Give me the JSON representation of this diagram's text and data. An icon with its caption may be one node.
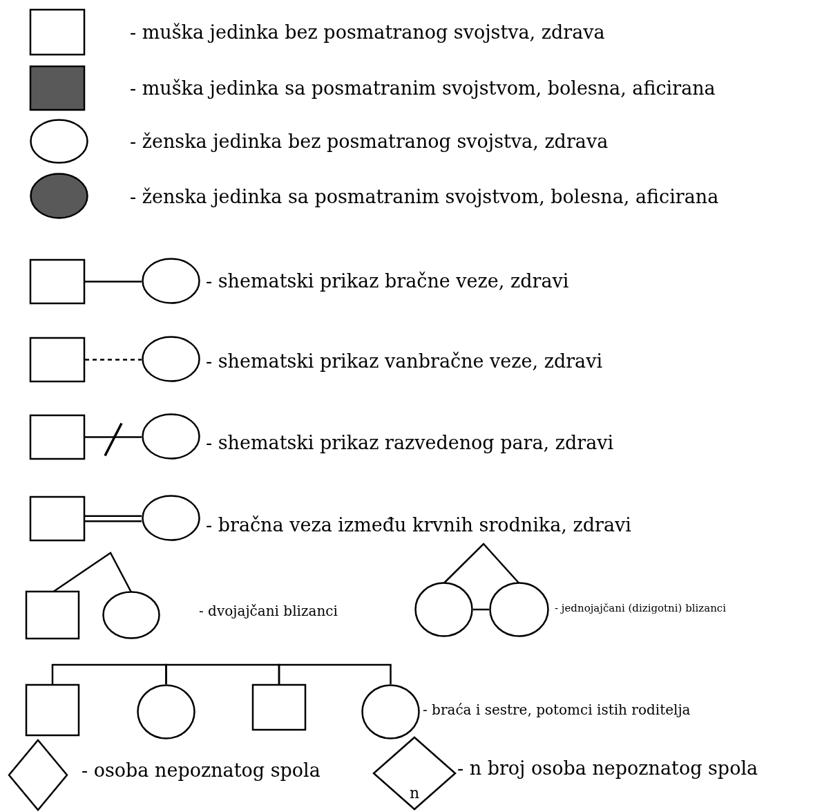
{
  "diagram": {
    "nodes": [
      {
        "text": [],
        "shape": "box"
      },
      {
        "text": [],
        "shape": "box"
      },
      {
        "text": [],
        "shape": "circle"
      },
      {
        "text": [],
        "shape": "circle"
      },
      {
        "text": [],
        "shape": "box"
      },
      {
        "text": [],
        "shape": "circle"
      },
      {
        "text": [],
        "shape": "box"
      },
      {
        "text": [],
        "shape": "circle"
      },
      {
        "text": [],
        "shape": "box"
      },
      {
        "text": [],
        "shape": "circle"
      },
      {
        "text": [],
        "shape": "box"
      },
      {
        "text": [],
        "shape": "circle"
      },
      {
        "text": [],
        "shape": "box"
      },
      {
        "text": [],
        "shape": "circle"
      },
      {
        "text": [],
        "shape": "circle"
      },
      {
        "text": [],
        "shape": "circle"
      },
      {
        "text": [],
        "shape": "box"
      },
      {
        "text": [],
        "shape": "circle"
      },
      {
        "text": [],
        "shape": "box"
      },
      {
        "text": [],
        "shape": "circle"
      },
      {
        "text": [],
        "shape": "diamond"
      },
      {
        "text": [
          "n"
        ]
      }
    ],
    "edges": [
      {
        "from": 4,
        "to": 5,
        "arrow": "none"
      },
      {
        "from": 6,
        "to": 7,
        "arrow": "none",
        "style": "dashed"
      },
      {
        "from": 8,
        "to": 9,
        "arrow": "none"
      },
      {
        "from": 10,
        "to": 11,
        "arrow": "none",
        "style": "thick"
      },
      {
        "from": 12,
        "to": 13,
        "arrow": "none"
      },
      {
        "from": 14,
        "to": 15,
        "arrow": "none"
      },
      {
        "from": 14,
        "to": 15,
        "arrow": "none"
      },
      {
        "from": 16,
        "to": 17,
        "arrow": "none"
      },
      {
        "from": 17,
        "to": 18,
        "arrow": "none"
      },
      {
        "from": 18,
        "to": 19,
        "arrow": "none"
      }
    ],
    "labels": [
      "- muška jedinka bez posmatranog svojstva, zdrava",
      "- muška jedinka sa posmatranim svojstvom, bolesna, aficirana",
      "- ženska jedinka bez posmatranog svojstva, zdrava",
      "- ženska jedinka sa posmatranim svojstvom, bolesna, aficirana",
      "- shematski prikaz bračne veze, zdravi",
      "- shematski prikaz vanbračne veze, zdravi",
      "- shematski prikaz razvedenog para, zdravi",
      "- bračna veza između krvnih srodnika, zdravi",
      "- dvojajčani blizanci",
      "- jednojajčani (dizigotni) blizanci",
      "- braća i sestre, potomci istih roditelja",
      "- osoba nepoznatog spola",
      "- n broj osoba nepoznatog spola"
    ]
  }
}
